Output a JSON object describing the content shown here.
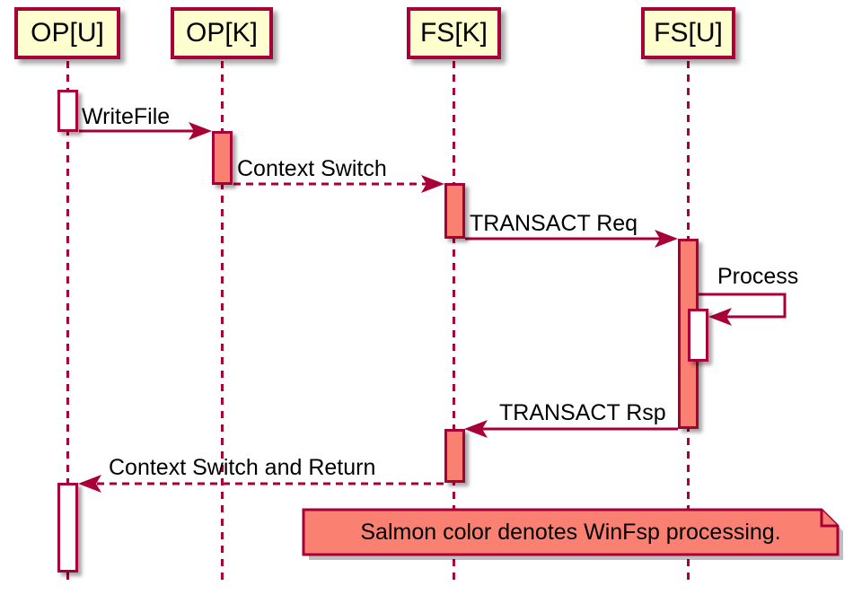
{
  "colors": {
    "participant_fill": "#FEFECE",
    "line_and_border": "#A80036",
    "salmon_highlight": "#FA8072",
    "text": "#000000",
    "background": "#FFFFFF"
  },
  "participants": [
    {
      "id": "op-u",
      "label": "OP[U]"
    },
    {
      "id": "op-k",
      "label": "OP[K]"
    },
    {
      "id": "fs-k",
      "label": "FS[K]"
    },
    {
      "id": "fs-u",
      "label": "FS[U]"
    }
  ],
  "messages": [
    {
      "label": "WriteFile",
      "from": "OP[U]",
      "to": "OP[K]",
      "style": "solid"
    },
    {
      "label": "Context Switch",
      "from": "OP[K]",
      "to": "FS[K]",
      "style": "dashed"
    },
    {
      "label": "TRANSACT Req",
      "from": "FS[K]",
      "to": "FS[U]",
      "style": "solid"
    },
    {
      "label": "Process",
      "from": "FS[U]",
      "to": "FS[U]",
      "style": "self"
    },
    {
      "label": "TRANSACT Rsp",
      "from": "FS[U]",
      "to": "FS[K]",
      "style": "solid"
    },
    {
      "label": "Context Switch and Return",
      "from": "FS[K]",
      "to": "OP[U]",
      "style": "dashed"
    }
  ],
  "note": {
    "text": "Salmon color denotes WinFsp processing."
  }
}
